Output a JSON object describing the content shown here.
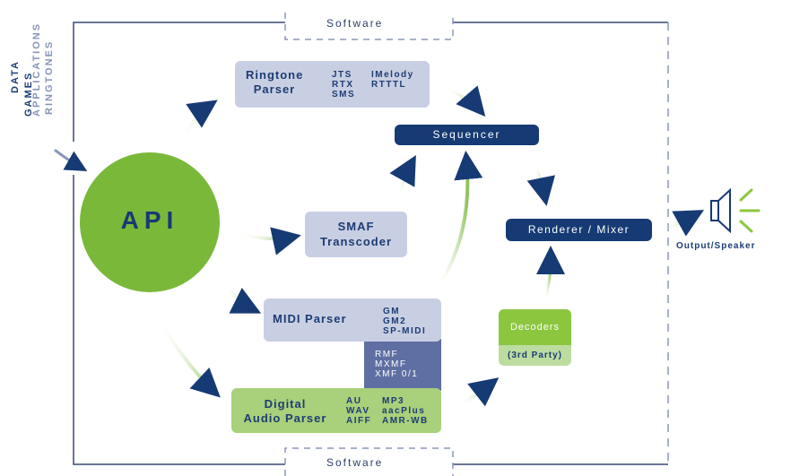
{
  "software_label_top": "Software",
  "software_label_bottom": "Software",
  "inputs": [
    "DATA",
    "GAMES",
    "APPLICATIONS",
    "RINGTONES"
  ],
  "api": "API",
  "ringtone_parser": {
    "title_line1": "Ringtone",
    "title_line2": "Parser",
    "formats_col1": [
      "JTS",
      "RTX",
      "SMS"
    ],
    "formats_col2": [
      "IMelody",
      "RTTTL"
    ]
  },
  "sequencer": "Sequencer",
  "smaf": {
    "line1": "SMAF",
    "line2": "Transcoder"
  },
  "midi_parser": {
    "title": "MIDI Parser",
    "formats": [
      "GM",
      "GM2",
      "SP-MIDI"
    ]
  },
  "midi_extra_formats": [
    "RMF",
    "MXMF",
    "XMF 0/1"
  ],
  "digital_audio_parser": {
    "title_line1": "Digital",
    "title_line2": "Audio Parser",
    "formats_col1": [
      "AU",
      "WAV",
      "AIFF"
    ],
    "formats_col2": [
      "MP3",
      "aacPlus",
      "AMR-WB"
    ]
  },
  "decoders": {
    "title": "Decoders",
    "subtitle": "(3rd Party)"
  },
  "renderer": "Renderer / Mixer",
  "output": "Output/Speaker",
  "colors": {
    "navy": "#163a73",
    "lavender": "#c9cfe3",
    "green": "#a9d07a",
    "api_green": "#7ab83a",
    "slate": "#5f6fa3"
  }
}
